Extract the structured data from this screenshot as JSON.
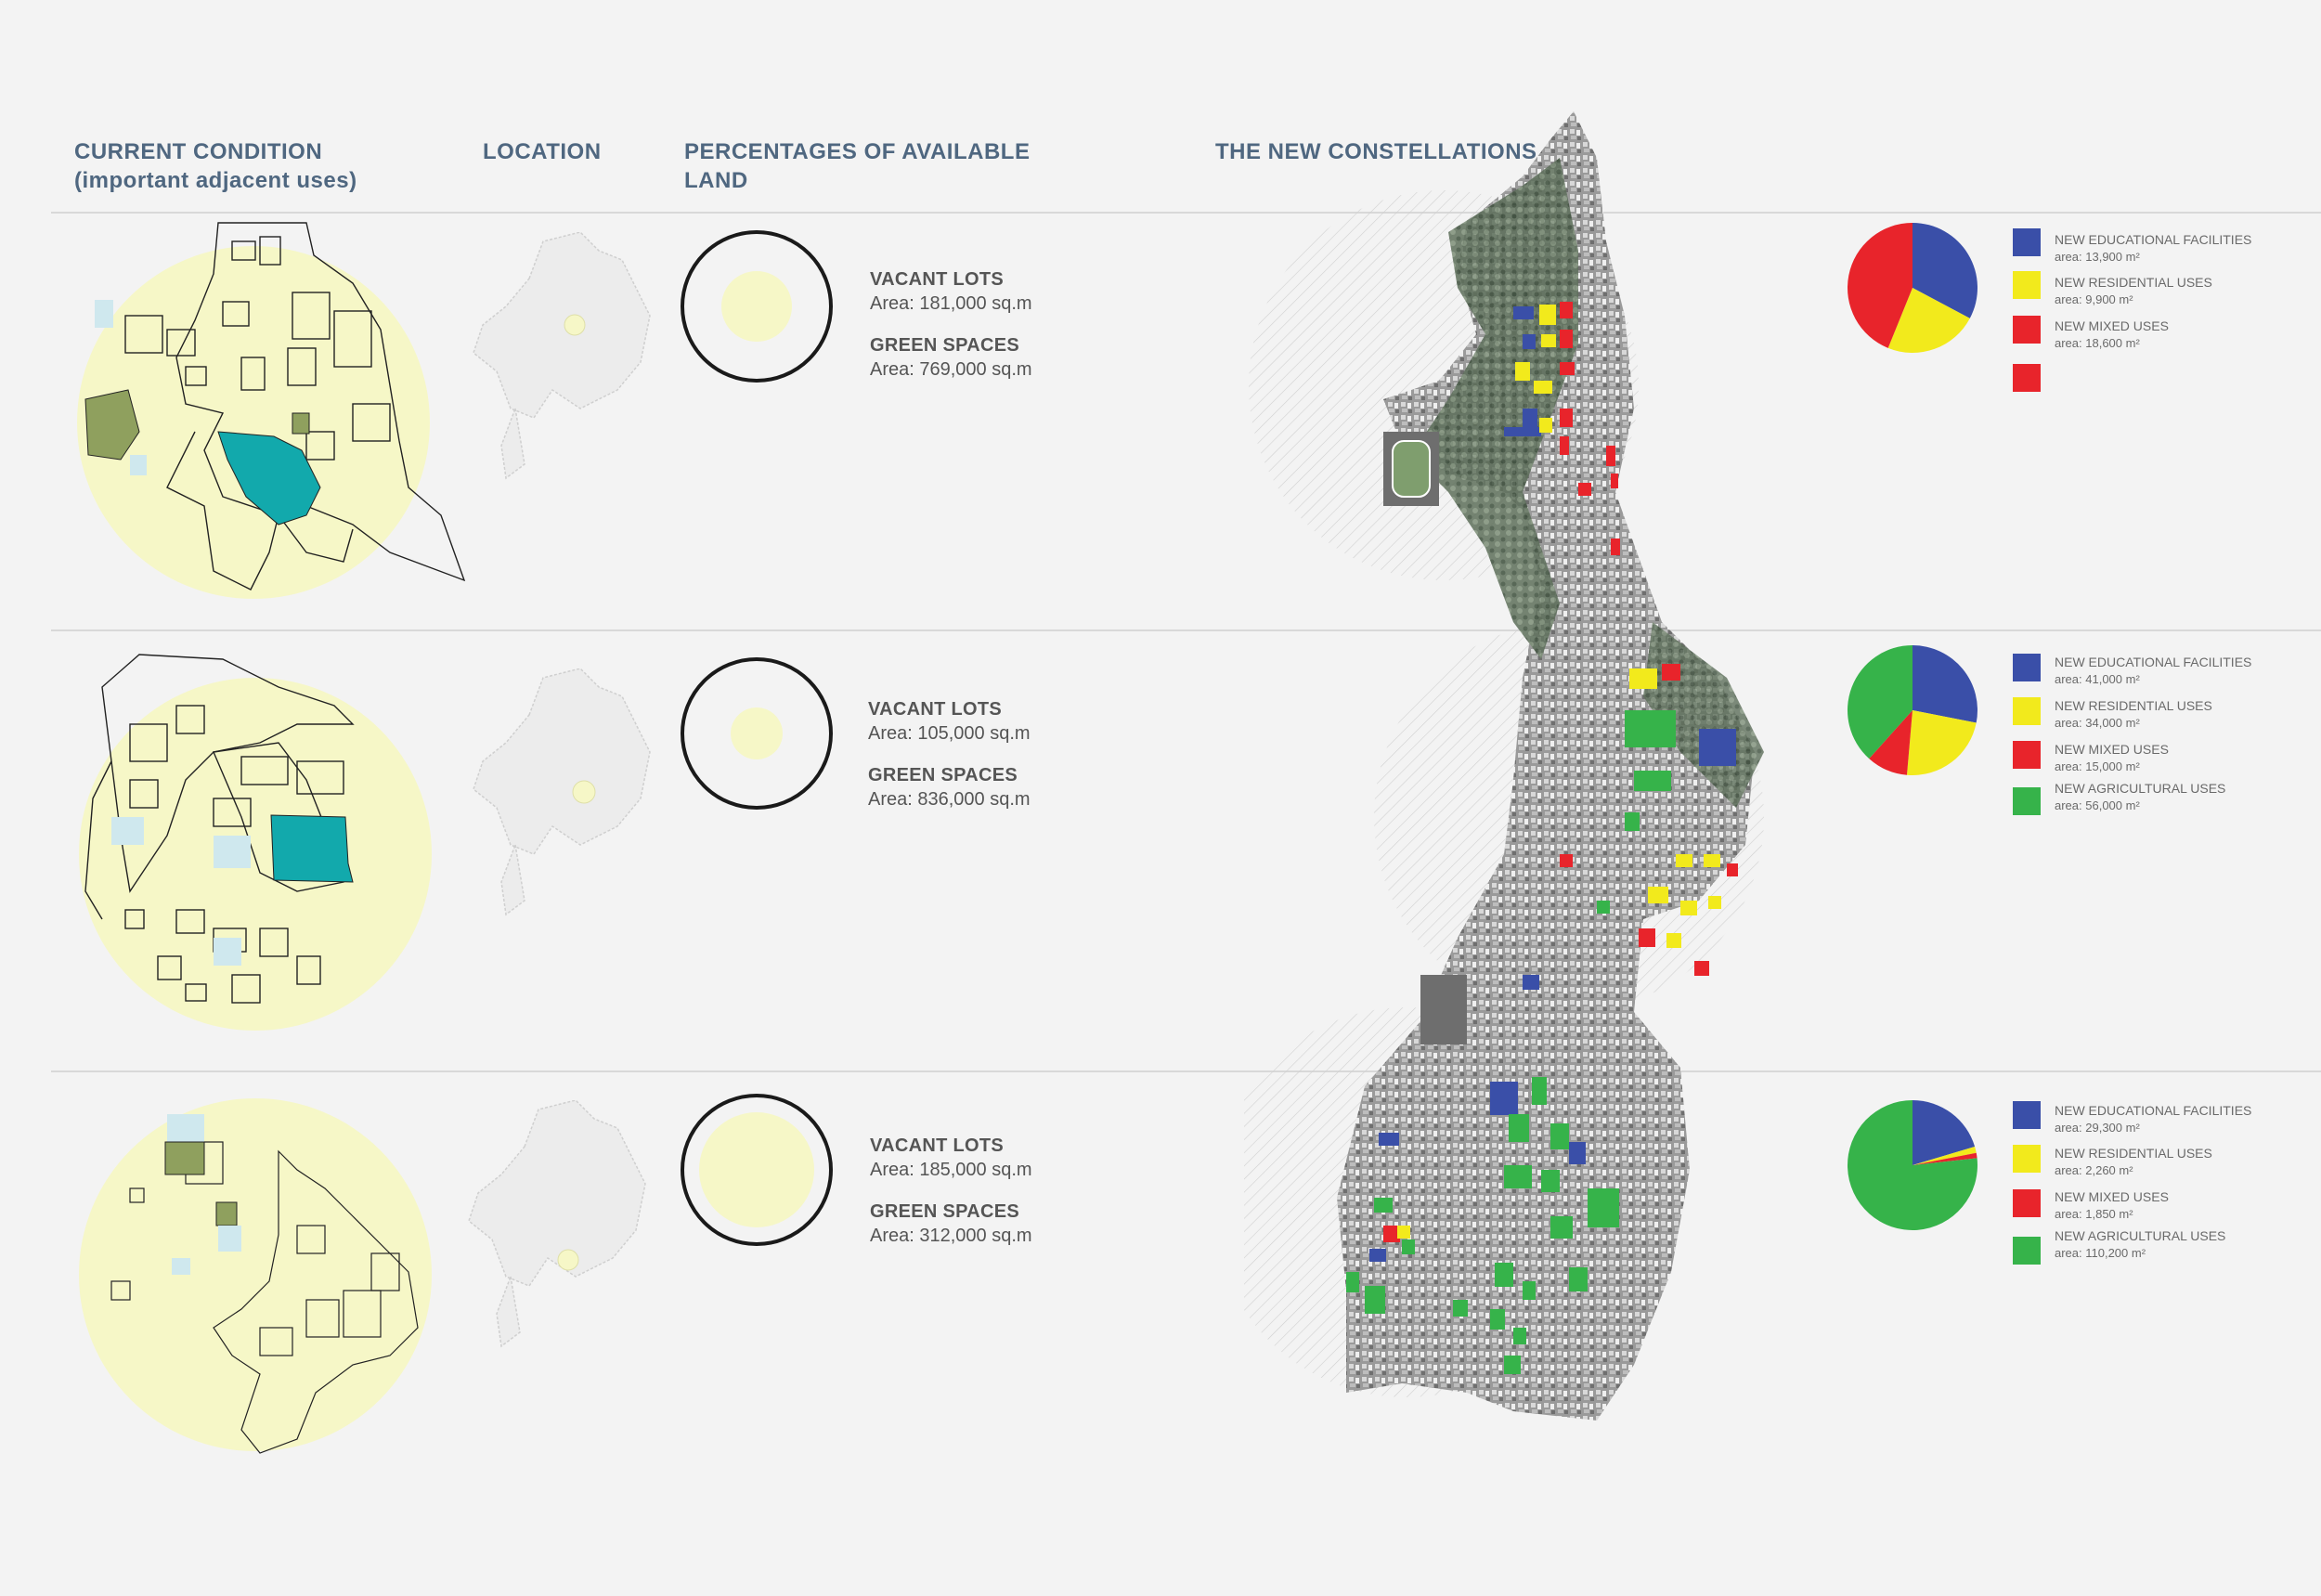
{
  "headers": {
    "current_condition": "CURRENT CONDITION\n(important adjacent uses)",
    "location": "LOCATION",
    "percentages": "PERCENTAGES OF AVAILABLE\nLAND",
    "constellations": "THE NEW CONSTELLATIONS"
  },
  "colors": {
    "educational": "#3a4fa8",
    "residential": "#f2ea1c",
    "mixed": "#e8242b",
    "agricultural": "#36b34a",
    "pale_yellow": "#f6f7c7",
    "teal": "#12a9ac",
    "olive": "#8fa05e",
    "light_blue": "#cfe8ee"
  },
  "rows": [
    {
      "vacant_title": "VACANT LOTS",
      "vacant_value": "Area: 181,000 sq.m",
      "green_title": "GREEN SPACES",
      "green_value": "Area: 769,000 sq.m",
      "legend": [
        {
          "label": "NEW EDUCATIONAL FACILITIES",
          "area": "area: 13,900 m²",
          "color_key": "educational"
        },
        {
          "label": "NEW RESIDENTIAL USES",
          "area": "area: 9,900 m²",
          "color_key": "residential"
        },
        {
          "label": "NEW MIXED USES",
          "area": "area: 18,600 m²",
          "color_key": "mixed"
        },
        {
          "label": "",
          "area": "",
          "color_key": "mixed"
        }
      ]
    },
    {
      "vacant_title": "VACANT LOTS",
      "vacant_value": "Area: 105,000 sq.m",
      "green_title": "GREEN SPACES",
      "green_value": "Area: 836,000 sq.m",
      "legend": [
        {
          "label": "NEW EDUCATIONAL FACILITIES",
          "area": "area: 41,000 m²",
          "color_key": "educational"
        },
        {
          "label": "NEW RESIDENTIAL USES",
          "area": "area: 34,000 m²",
          "color_key": "residential"
        },
        {
          "label": "NEW MIXED USES",
          "area": "area: 15,000 m²",
          "color_key": "mixed"
        },
        {
          "label": "NEW AGRICULTURAL USES",
          "area": "area: 56,000 m²",
          "color_key": "agricultural"
        }
      ]
    },
    {
      "vacant_title": "VACANT LOTS",
      "vacant_value": "Area: 185,000 sq.m",
      "green_title": "GREEN SPACES",
      "green_value": "Area: 312,000 sq.m",
      "legend": [
        {
          "label": "NEW EDUCATIONAL FACILITIES",
          "area": "area: 29,300 m²",
          "color_key": "educational"
        },
        {
          "label": "NEW RESIDENTIAL USES",
          "area": "area: 2,260 m²",
          "color_key": "residential"
        },
        {
          "label": "NEW MIXED USES",
          "area": "area: 1,850 m²",
          "color_key": "mixed"
        },
        {
          "label": "NEW AGRICULTURAL USES",
          "area": "area: 110,200 m²",
          "color_key": "agricultural"
        }
      ]
    }
  ],
  "chart_data": [
    {
      "type": "pie",
      "series": [
        {
          "category": "NEW EDUCATIONAL FACILITIES",
          "value": 13900
        },
        {
          "category": "NEW RESIDENTIAL USES",
          "value": 9900
        },
        {
          "category": "NEW MIXED USES",
          "value": 18600
        }
      ]
    },
    {
      "type": "pie",
      "series": [
        {
          "category": "NEW EDUCATIONAL FACILITIES",
          "value": 41000
        },
        {
          "category": "NEW RESIDENTIAL USES",
          "value": 34000
        },
        {
          "category": "NEW MIXED USES",
          "value": 15000
        },
        {
          "category": "NEW AGRICULTURAL USES",
          "value": 56000
        }
      ]
    },
    {
      "type": "pie",
      "series": [
        {
          "category": "NEW EDUCATIONAL FACILITIES",
          "value": 29300
        },
        {
          "category": "NEW RESIDENTIAL USES",
          "value": 2260
        },
        {
          "category": "NEW MIXED USES",
          "value": 1850
        },
        {
          "category": "NEW AGRICULTURAL USES",
          "value": 110200
        }
      ]
    }
  ]
}
